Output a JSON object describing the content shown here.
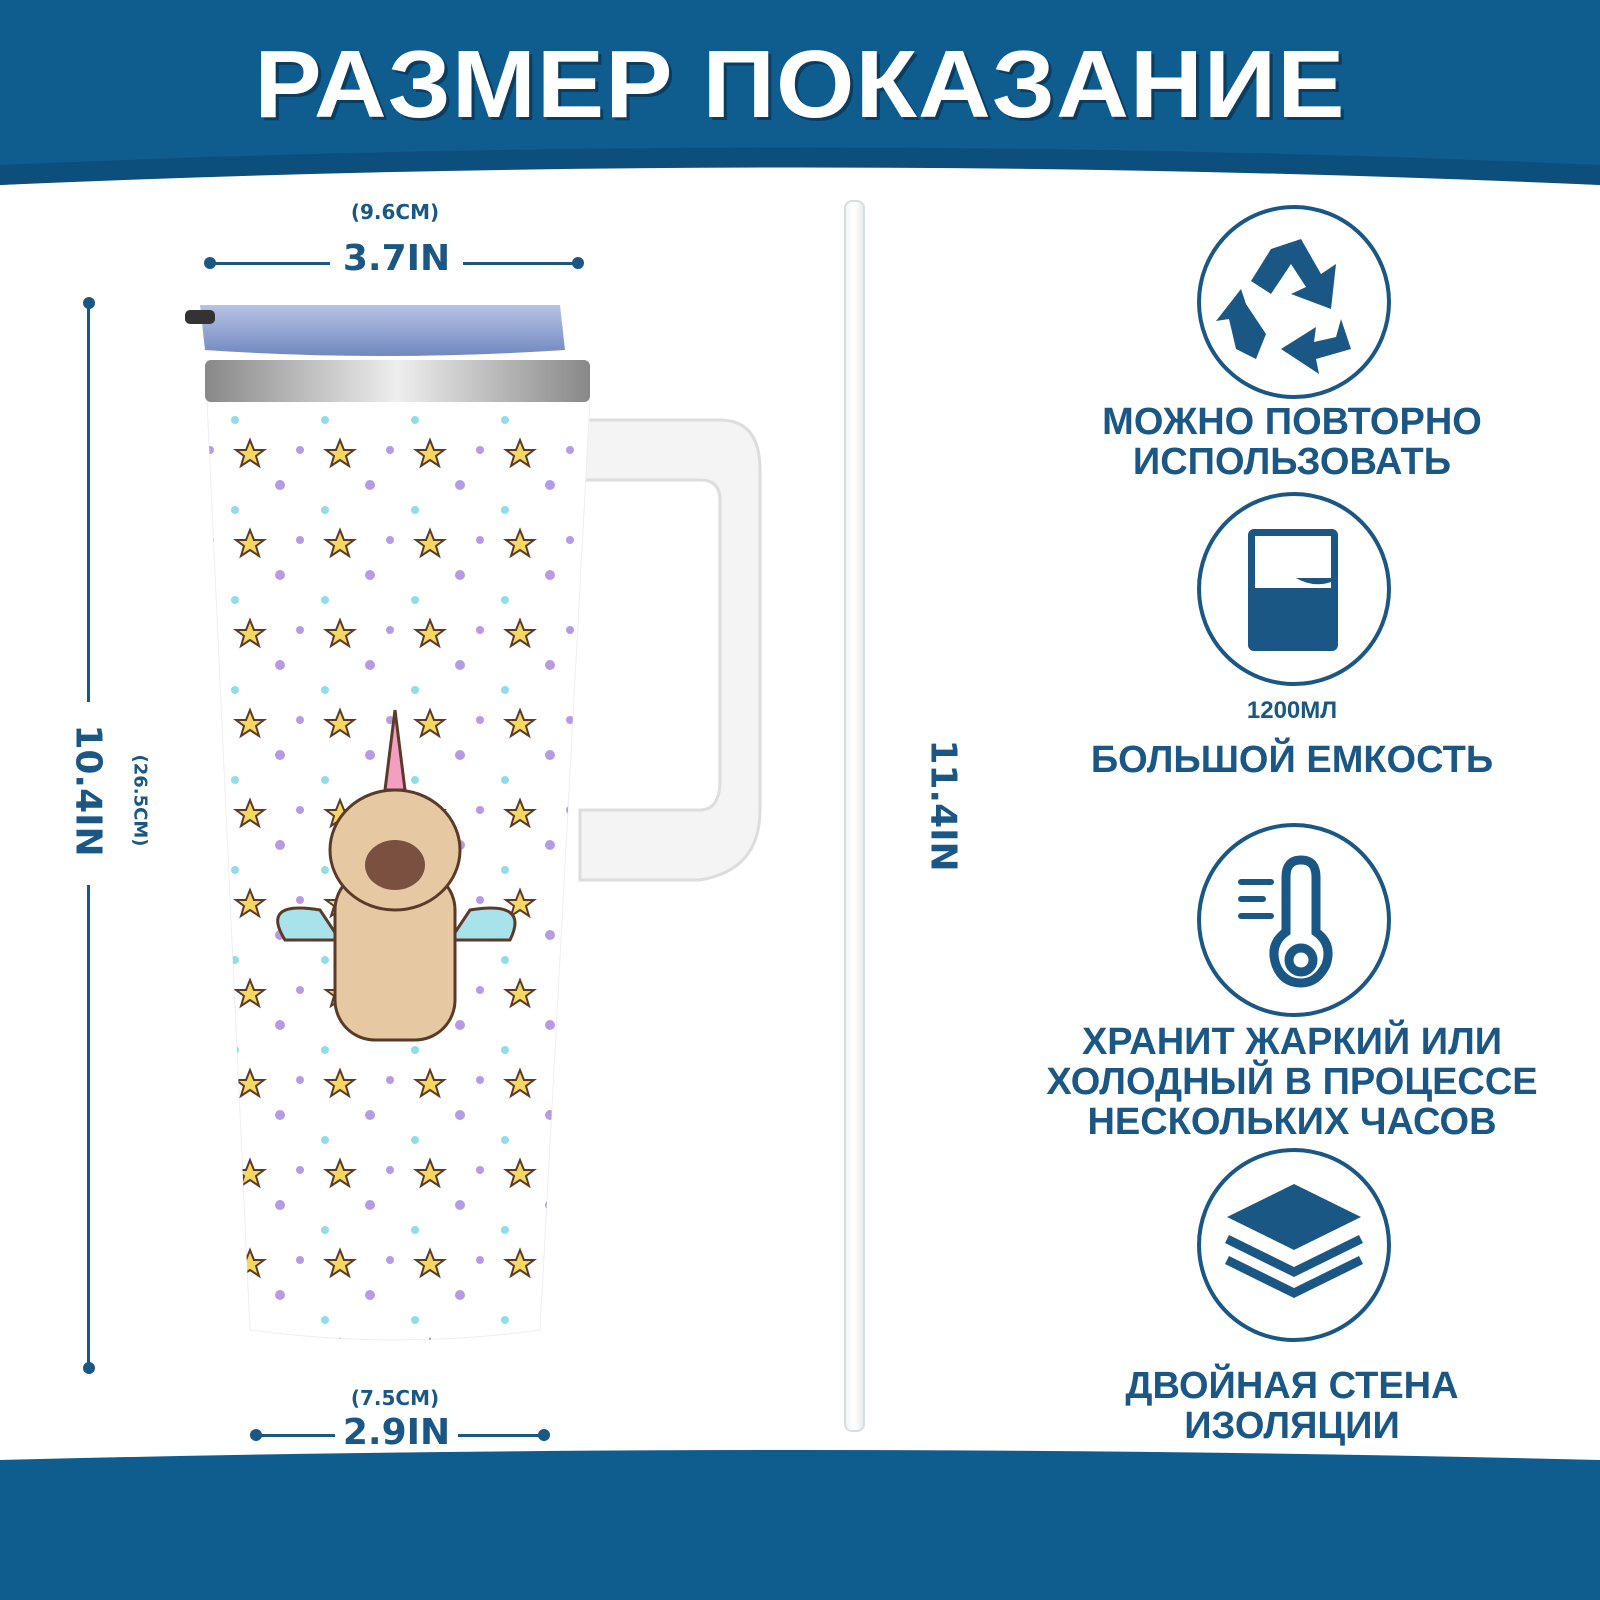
{
  "header": {
    "title": "РАЗМЕР ПОКАЗАНИЕ"
  },
  "dimensions": {
    "top_width_in": "3.7IN",
    "top_width_cm": "(9.6CM)",
    "height_in": "10.4IN",
    "height_cm": "(26.5CM)",
    "bottom_width_in": "2.9IN",
    "bottom_width_cm": "(7.5CM)",
    "straw_length_in": "11.4IN"
  },
  "features": [
    {
      "icon": "recycle-icon",
      "lines": [
        "МОЖНО ПОВТОРНО",
        "ИСПОЛЬЗОВАТЬ"
      ]
    },
    {
      "icon": "cup-capacity-icon",
      "capacity": "1200МЛ",
      "lines": [
        "БОЛЬШОЙ ЕМКОСТЬ"
      ]
    },
    {
      "icon": "thermometer-icon",
      "lines": [
        "ХРАНИТ ЖАРКИЙ ИЛИ",
        "ХОЛОДНЫЙ В ПРОЦЕССЕ",
        "НЕСКОЛЬКИХ ЧАСОВ"
      ]
    },
    {
      "icon": "layers-icon",
      "lines": [
        "ДВОЙНАЯ СТЕНА",
        "ИЗОЛЯЦИИ"
      ]
    }
  ],
  "colors": {
    "brand_blue": "#1b5784",
    "header_blue": "#0f5c8e"
  }
}
